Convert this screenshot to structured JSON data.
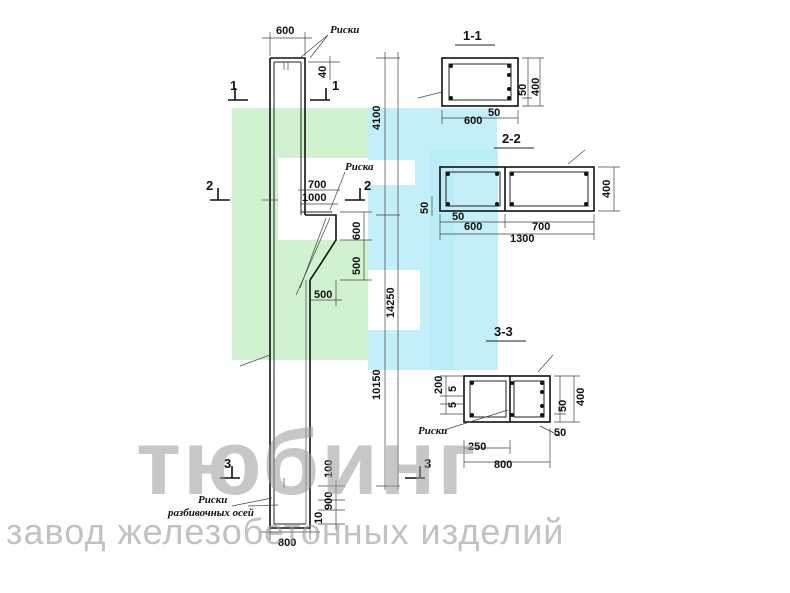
{
  "logo": {
    "green_color": "#c8f0c8",
    "cyan_color": "#b8ecf8"
  },
  "watermark": {
    "brand": "тюбинг",
    "tagline": "завод железобетонных изделий"
  },
  "column": {
    "dim_top_width": "600",
    "label_marks_top": "Риски",
    "dim_40": "40",
    "dim_4100": "4100",
    "label_mark": "Риска",
    "dim_700": "700",
    "dim_1000": "1000",
    "dim_600": "600",
    "dim_500_v": "500",
    "dim_500_h": "500",
    "dim_14250": "14250",
    "dim_10150": "10150",
    "dim_100": "100",
    "dim_900": "900",
    "dim_10": "10",
    "dim_bottom_width": "800",
    "label_marks_bottom": "Риски",
    "label_axes": "разбивочных осей",
    "cut_1": "1",
    "cut_2": "2",
    "cut_3": "3"
  },
  "section_1_1": {
    "title": "1-1",
    "dim_width": "600",
    "dim_50_right": "50",
    "dim_50_bottom": "50",
    "dim_height": "400"
  },
  "section_2_2": {
    "title": "2-2",
    "dim_50_left": "50",
    "dim_50_bottom": "50",
    "dim_600": "600",
    "dim_700": "700",
    "dim_1300": "1300",
    "dim_height": "400"
  },
  "section_3_3": {
    "title": "3-3",
    "dim_200": "200",
    "dim_5a": "5",
    "dim_5b": "5",
    "label_marks": "Риски",
    "dim_250": "250",
    "dim_800": "800",
    "dim_50_right": "50",
    "dim_50_bottom": "50",
    "dim_height": "400"
  }
}
